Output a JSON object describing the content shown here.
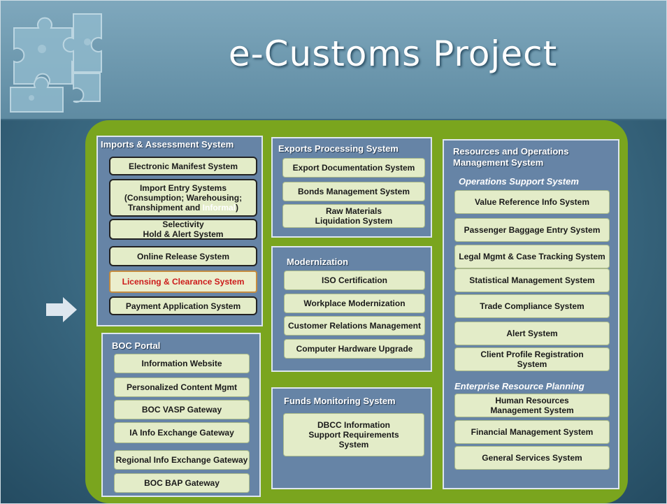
{
  "slide": {
    "title": "e-Customs Project"
  },
  "imports": {
    "title": "Imports & Assessment System",
    "items": [
      "Electronic Manifest System",
      "Selectivity",
      "Hold & Alert System",
      "Online Release System",
      "Licensing & Clearance System",
      "Payment Application System"
    ],
    "entry": {
      "line1": "Import Entry Systems",
      "line2": "(Consumption; Warehousing;",
      "line3a": "Transhipment and ",
      "line3b": "Informal",
      "line3c": ")"
    }
  },
  "exports": {
    "title": "Exports Processing System",
    "items": [
      "Export Documentation System",
      "Bonds Management System",
      "Raw Materials",
      "Liquidation System"
    ]
  },
  "modernization": {
    "title": "Modernization",
    "items": [
      "ISO Certification",
      "Workplace Modernization",
      "Customer Relations Management",
      "Computer Hardware Upgrade"
    ]
  },
  "funds": {
    "title": "Funds Monitoring System",
    "items": [
      "DBCC Information",
      "Support Requirements",
      "System"
    ]
  },
  "portal": {
    "title": "BOC Portal",
    "items": [
      "Information Website",
      "Personalized Content Mgmt",
      "BOC VASP Gateway",
      "IA Info Exchange Gateway",
      "Regional Info Exchange Gateway",
      "BOC BAP Gateway"
    ]
  },
  "resources": {
    "title1": "Resources and Operations",
    "title2": "Management System",
    "ops_title": "Operations Support System",
    "ops_items": [
      "Value Reference Info System",
      "Passenger Baggage Entry System",
      "Legal Mgmt & Case Tracking System",
      "Statistical Management System",
      "Trade Compliance System",
      "Alert System",
      "Client Profile Registration",
      "System"
    ],
    "erp_title": "Enterprise Resource Planning",
    "erp_items": [
      "Human Resources",
      "Management System",
      "Financial Management System",
      "General Services System"
    ]
  },
  "colors": {
    "background": "#3f6f88",
    "green_panel": "#7aa51e",
    "column": "#6684a6",
    "box": "#e3ecc8",
    "highlight_red": "#cc1a1a"
  },
  "icons": [
    "puzzle-graphic",
    "arrow-right-icon"
  ]
}
